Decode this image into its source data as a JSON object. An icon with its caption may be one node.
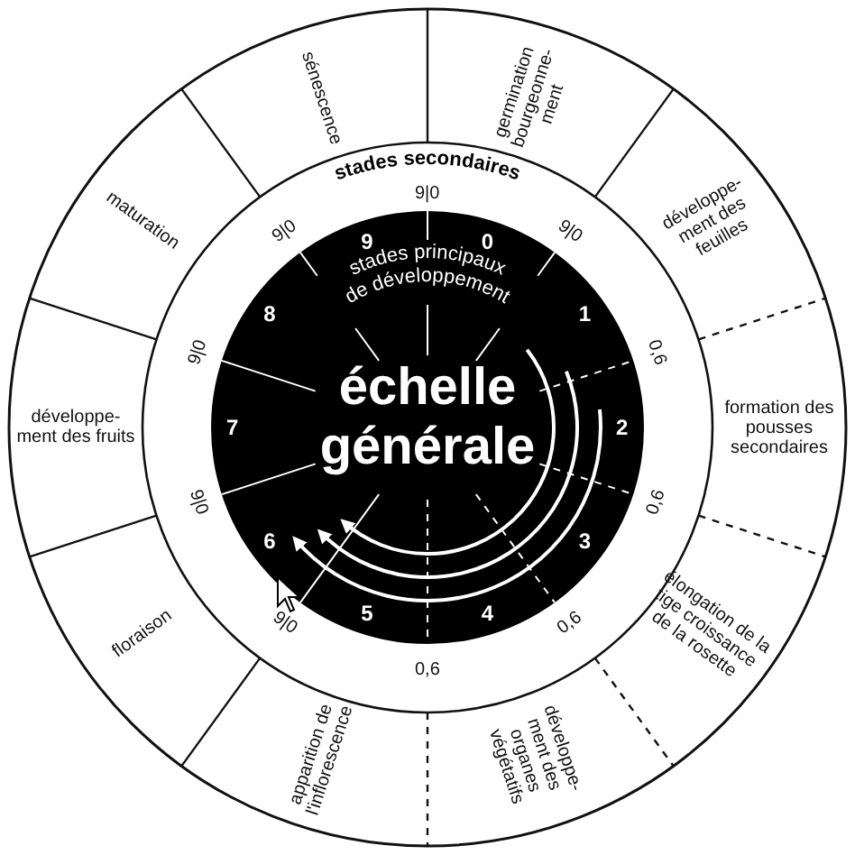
{
  "diagram": {
    "nodes": [
      {
        "text": [
          "stades principaux de développement",
          "échelle générale"
        ]
      },
      {
        "text": [
          "stades secondaires"
        ]
      },
      {
        "text": [
          "germination bourgeonne- ment"
        ]
      },
      {
        "text": [
          "développe- ment des feuilles"
        ]
      },
      {
        "text": [
          "formation des pousses secondaires"
        ]
      },
      {
        "text": [
          "élongation de la tige croissance de la rosette"
        ]
      },
      {
        "text": [
          "développe- ment des organes végétatifs"
        ]
      },
      {
        "text": [
          "apparition de l'inflorescence"
        ]
      },
      {
        "text": [
          "floraison"
        ]
      },
      {
        "text": [
          "développe- ment des fruits"
        ]
      },
      {
        "text": [
          "maturation"
        ]
      },
      {
        "text": [
          "sénescence"
        ]
      }
    ],
    "edges": [],
    "labels": [
      "9|0",
      "0",
      "1",
      "2",
      "3",
      "4",
      "5",
      "6",
      "7",
      "8",
      "9",
      "9|0",
      "0,6",
      "0,6",
      "0,6",
      "0,6",
      "9|0",
      "9|0",
      "9|0",
      "9|0"
    ]
  }
}
